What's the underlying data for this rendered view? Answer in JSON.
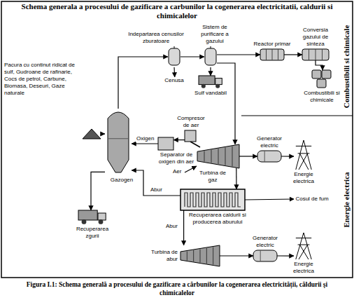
{
  "diagram": {
    "title": "Schema generala a procesului de gazificare a carbunilor la cogenerarea electricitatii, caldurii si chimicalelor",
    "caption": "Figura I.1: Schema generală a procesului de gazificare a cărbunilor la cogenerarea electricității, căldurii şi chimicalelor",
    "nodes": [
      {
        "text": [
          "Indepartarea cenusilor zburatoare"
        ]
      },
      {
        "text": [
          "Sistem de purificare a gazului"
        ]
      },
      {
        "text": [
          "Reactor primar"
        ]
      },
      {
        "text": [
          "Conversia gazului de sinteza"
        ]
      },
      {
        "text": [
          "Combustibili si chimicale"
        ]
      },
      {
        "text": [
          "Cenusa"
        ]
      },
      {
        "text": [
          "Sulf vandabil"
        ]
      },
      {
        "text": [
          "Pacura cu continut ridicat de sulf, Gudroane de rafinarie, Cocs de petrol, Carbune, Biomasa, Deseuri, Gaze naturale"
        ]
      },
      {
        "text": [
          "Gazogen"
        ]
      },
      {
        "text": [
          "Compresor de aer"
        ]
      },
      {
        "text": [
          "Separator de oxigen din aer"
        ]
      },
      {
        "text": [
          "Turbina de gaz"
        ]
      },
      {
        "text": [
          "Generator electric"
        ]
      },
      {
        "text": [
          "Energie electrica"
        ]
      },
      {
        "text": [
          "Recuperarea caldurii si producerea aburului"
        ]
      },
      {
        "text": [
          "Cosul de fum"
        ]
      },
      {
        "text": [
          "Turbina de abur"
        ]
      },
      {
        "text": [
          "Generator electric"
        ]
      },
      {
        "text": [
          "Energie electrica"
        ]
      },
      {
        "text": [
          "Recuperarea zgurii"
        ]
      }
    ],
    "edges": [
      {
        "from": 8,
        "to": 0,
        "arrow": "to"
      },
      {
        "from": 0,
        "to": 5,
        "arrow": "to"
      },
      {
        "from": 0,
        "to": 1,
        "arrow": "to"
      },
      {
        "from": 1,
        "to": 6,
        "arrow": "to"
      },
      {
        "from": 1,
        "to": 2,
        "arrow": "to"
      },
      {
        "from": 2,
        "to": 3,
        "arrow": "to"
      },
      {
        "from": 3,
        "to": 4,
        "arrow": "to"
      },
      {
        "from": 1,
        "to": 11,
        "arrow": "to"
      },
      {
        "from": 7,
        "to": 8,
        "arrow": "to"
      },
      {
        "from": 9,
        "to": 10,
        "arrow": "to"
      },
      {
        "from": 10,
        "to": 8,
        "label": "Oxigen",
        "arrow": "to"
      },
      {
        "from": 11,
        "to": 12,
        "arrow": "to"
      },
      {
        "from": 12,
        "to": 13,
        "arrow": "to"
      },
      {
        "from": 11,
        "to": 14,
        "arrow": "to"
      },
      {
        "from": 14,
        "to": 15,
        "arrow": "to"
      },
      {
        "from": 14,
        "to": 8,
        "label": "Abur",
        "arrow": "to"
      },
      {
        "from": 14,
        "to": 16,
        "arrow": "to"
      },
      {
        "from": 16,
        "to": 17,
        "arrow": "to"
      },
      {
        "from": 17,
        "to": 18,
        "arrow": "to"
      },
      {
        "from": 8,
        "to": 19,
        "arrow": "to"
      }
    ],
    "labels": [
      "Combustibili si chimicale",
      "Energie electrica",
      "Aer",
      "Abur"
    ]
  }
}
